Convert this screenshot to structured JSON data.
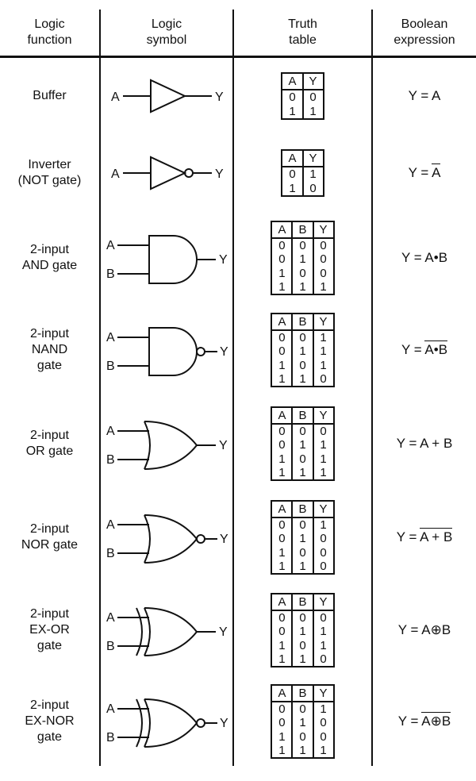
{
  "columns": [
    "Logic\nfunction",
    "Logic\nsymbol",
    "Truth\ntable",
    "Boolean\nexpression"
  ],
  "rows": [
    {
      "function": "Buffer",
      "gate": "buffer",
      "labels": {
        "a": "A",
        "y": "Y"
      },
      "table": {
        "headers": [
          "A",
          "Y"
        ],
        "rows": [
          [
            "0",
            "0"
          ],
          [
            "1",
            "1"
          ]
        ]
      },
      "expression": [
        {
          "text": "Y = A",
          "overline": false
        }
      ]
    },
    {
      "function": "Inverter\n(NOT gate)",
      "gate": "inverter",
      "labels": {
        "a": "A",
        "y": "Y"
      },
      "table": {
        "headers": [
          "A",
          "Y"
        ],
        "rows": [
          [
            "0",
            "1"
          ],
          [
            "1",
            "0"
          ]
        ]
      },
      "expression": [
        {
          "text": "Y = ",
          "overline": false
        },
        {
          "text": "A",
          "overline": true
        }
      ]
    },
    {
      "function": "2-input\nAND gate",
      "gate": "and",
      "labels": {
        "a": "A",
        "b": "B",
        "y": "Y"
      },
      "table": {
        "headers": [
          "A",
          "B",
          "Y"
        ],
        "rows": [
          [
            "0",
            "0",
            "0"
          ],
          [
            "0",
            "1",
            "0"
          ],
          [
            "1",
            "0",
            "0"
          ],
          [
            "1",
            "1",
            "1"
          ]
        ]
      },
      "expression": [
        {
          "text": "Y = A•B",
          "overline": false
        }
      ]
    },
    {
      "function": "2-input\nNAND\ngate",
      "gate": "nand",
      "labels": {
        "a": "A",
        "b": "B",
        "y": "Y"
      },
      "table": {
        "headers": [
          "A",
          "B",
          "Y"
        ],
        "rows": [
          [
            "0",
            "0",
            "1"
          ],
          [
            "0",
            "1",
            "1"
          ],
          [
            "1",
            "0",
            "1"
          ],
          [
            "1",
            "1",
            "0"
          ]
        ]
      },
      "expression": [
        {
          "text": "Y = ",
          "overline": false
        },
        {
          "text": "A•B",
          "overline": true
        }
      ]
    },
    {
      "function": "2-input\nOR gate",
      "gate": "or",
      "labels": {
        "a": "A",
        "b": "B",
        "y": "Y"
      },
      "table": {
        "headers": [
          "A",
          "B",
          "Y"
        ],
        "rows": [
          [
            "0",
            "0",
            "0"
          ],
          [
            "0",
            "1",
            "1"
          ],
          [
            "1",
            "0",
            "1"
          ],
          [
            "1",
            "1",
            "1"
          ]
        ]
      },
      "expression": [
        {
          "text": "Y = A + B",
          "overline": false
        }
      ]
    },
    {
      "function": "2-input\nNOR gate",
      "gate": "nor",
      "labels": {
        "a": "A",
        "b": "B",
        "y": "Y"
      },
      "table": {
        "headers": [
          "A",
          "B",
          "Y"
        ],
        "rows": [
          [
            "0",
            "0",
            "1"
          ],
          [
            "0",
            "1",
            "0"
          ],
          [
            "1",
            "0",
            "0"
          ],
          [
            "1",
            "1",
            "0"
          ]
        ]
      },
      "expression": [
        {
          "text": "Y = ",
          "overline": false
        },
        {
          "text": "A + B",
          "overline": true
        }
      ]
    },
    {
      "function": "2-input\nEX-OR\ngate",
      "gate": "exor",
      "labels": {
        "a": "A",
        "b": "B",
        "y": "Y"
      },
      "table": {
        "headers": [
          "A",
          "B",
          "Y"
        ],
        "rows": [
          [
            "0",
            "0",
            "0"
          ],
          [
            "0",
            "1",
            "1"
          ],
          [
            "1",
            "0",
            "1"
          ],
          [
            "1",
            "1",
            "0"
          ]
        ]
      },
      "expression": [
        {
          "text": "Y = A⊕B",
          "overline": false
        }
      ]
    },
    {
      "function": "2-input\nEX-NOR\ngate",
      "gate": "exnor",
      "labels": {
        "a": "A",
        "b": "B",
        "y": "Y"
      },
      "table": {
        "headers": [
          "A",
          "B",
          "Y"
        ],
        "rows": [
          [
            "0",
            "0",
            "1"
          ],
          [
            "0",
            "1",
            "0"
          ],
          [
            "1",
            "0",
            "0"
          ],
          [
            "1",
            "1",
            "1"
          ]
        ]
      },
      "expression": [
        {
          "text": "Y = ",
          "overline": false
        },
        {
          "text": "A⊕B",
          "overline": true
        }
      ]
    }
  ]
}
